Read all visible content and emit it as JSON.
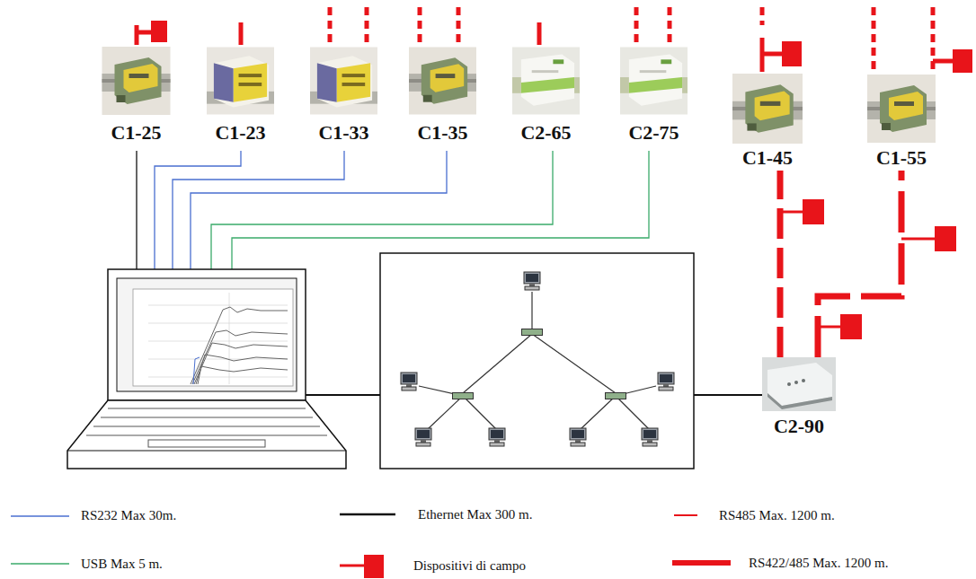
{
  "diagram": {
    "nodes": [
      {
        "text": [
          "C1-25"
        ]
      },
      {
        "text": [
          "C1-23"
        ]
      },
      {
        "text": [
          "C1-33"
        ]
      },
      {
        "text": [
          "C1-35"
        ]
      },
      {
        "text": [
          "C2-65"
        ]
      },
      {
        "text": [
          "C2-75"
        ]
      },
      {
        "text": [
          "C1-45"
        ]
      },
      {
        "text": [
          "C1-55"
        ]
      },
      {
        "text": [
          "C2-90"
        ]
      }
    ],
    "edges": [
      {
        "from": 8,
        "to": 6,
        "arrow": "none"
      },
      {
        "from": 8,
        "to": 7,
        "arrow": "none"
      }
    ],
    "legend": [
      {
        "text": "RS232 Max 30m."
      },
      {
        "text": "Ethernet Max 300 m."
      },
      {
        "text": "RS485 Max. 1200 m."
      },
      {
        "text": "USB Max 5 m."
      },
      {
        "text": "Dispositivi di campo"
      },
      {
        "text": "RS422/485 Max. 1200 m."
      }
    ]
  }
}
